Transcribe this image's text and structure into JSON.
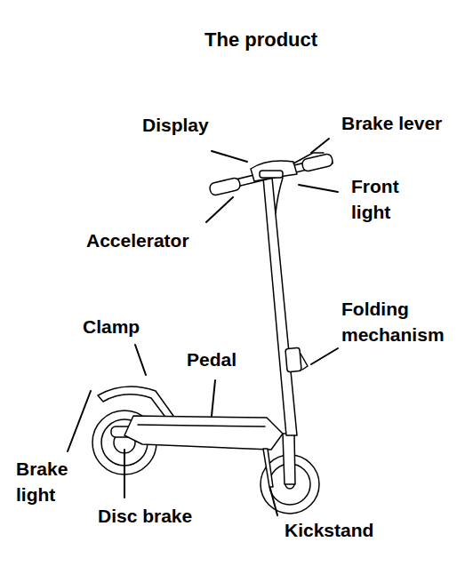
{
  "diagram": {
    "title": "The product",
    "labels": [
      "Display",
      "Brake lever",
      "Front light",
      "Accelerator",
      "Folding mechanism",
      "Clamp",
      "Pedal",
      "Brake light",
      "Disc brake",
      "Kickstand"
    ]
  }
}
